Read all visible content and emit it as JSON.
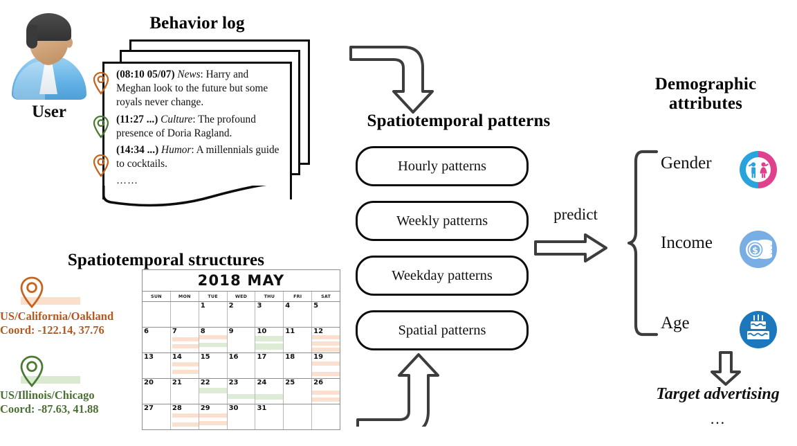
{
  "user": {
    "label": "User",
    "avatar_icon": "user-avatar-icon"
  },
  "behavior_log": {
    "title": "Behavior log",
    "entries": [
      {
        "time": "(08:10 05/07)",
        "category": "News",
        "text": ": Harry and Meghan look to the future but some royals never change.",
        "pin_icon": "map-pin-icon",
        "pin_color": "#c4641f"
      },
      {
        "time": "(11:27 ...)",
        "category": "Culture",
        "text": ": The profound presence of Doria Ragland.",
        "pin_icon": "map-pin-icon",
        "pin_color": "#4b7b33"
      },
      {
        "time": "(14:34 ...)",
        "category": "Humor",
        "text": ": A millennials guide to cocktails.",
        "pin_icon": "map-pin-icon",
        "pin_color": "#c4641f"
      }
    ],
    "ellipsis": "……"
  },
  "structures": {
    "title": "Spatiotemporal structures",
    "locations": [
      {
        "place": "US/California/Oakland",
        "coord": "Coord: -122.14, 37.76",
        "color": "#b4581f",
        "bar_color": "#fadfcd",
        "pin_icon": "map-pin-icon"
      },
      {
        "place": "US/Illinois/Chicago",
        "coord": "Coord: -87.63, 41.88",
        "color": "#4b7033",
        "bar_color": "#d9ead0",
        "pin_icon": "map-pin-icon"
      }
    ]
  },
  "calendar": {
    "title": "2018  MAY",
    "dow": [
      "SUN",
      "MON",
      "TUE",
      "WED",
      "THU",
      "FRI",
      "SAT"
    ],
    "weeks": [
      [
        {
          "day": ""
        },
        {
          "day": ""
        },
        {
          "day": "1"
        },
        {
          "day": "2"
        },
        {
          "day": "3"
        },
        {
          "day": "4"
        },
        {
          "day": "5"
        }
      ],
      [
        {
          "day": "6"
        },
        {
          "day": "7"
        },
        {
          "day": "8"
        },
        {
          "day": "9"
        },
        {
          "day": "10"
        },
        {
          "day": "11"
        },
        {
          "day": "12"
        }
      ],
      [
        {
          "day": "13"
        },
        {
          "day": "14"
        },
        {
          "day": "15"
        },
        {
          "day": "16"
        },
        {
          "day": "17"
        },
        {
          "day": "18"
        },
        {
          "day": "19"
        }
      ],
      [
        {
          "day": "20"
        },
        {
          "day": "21"
        },
        {
          "day": "22"
        },
        {
          "day": "23"
        },
        {
          "day": "24"
        },
        {
          "day": "25"
        },
        {
          "day": "26"
        }
      ],
      [
        {
          "day": "27"
        },
        {
          "day": "28"
        },
        {
          "day": "29"
        },
        {
          "day": "30"
        },
        {
          "day": "31"
        },
        {
          "day": ""
        },
        {
          "day": ""
        }
      ]
    ],
    "event_color_orange": "#fbe0d0",
    "event_color_green": "#dfecd5"
  },
  "patterns": {
    "title": "Spatiotemporal patterns",
    "items": [
      {
        "label": "Hourly patterns"
      },
      {
        "label": "Weekly patterns"
      },
      {
        "label": "Weekday patterns"
      },
      {
        "label": "Spatial patterns"
      }
    ]
  },
  "flow": {
    "predict_label": "predict",
    "arrow_top_icon": "elbow-arrow-down-icon",
    "arrow_bottom_icon": "elbow-arrow-up-icon",
    "arrow_predict_icon": "arrow-right-icon",
    "arrow_target_icon": "arrow-down-icon",
    "brace_icon": "curly-brace-icon"
  },
  "demographics": {
    "title": "Demographic attributes",
    "attributes": [
      {
        "label": "Gender",
        "icon": "gender-donut-icon",
        "colors": [
          "#29a3dc",
          "#e0418c"
        ]
      },
      {
        "label": "Income",
        "icon": "coins-icon",
        "colors": [
          "#79aee4"
        ]
      },
      {
        "label": "Age",
        "icon": "birthday-cake-icon",
        "colors": [
          "#1d77bd"
        ]
      }
    ],
    "target": "Target advertising",
    "target_ellipsis": "…"
  }
}
